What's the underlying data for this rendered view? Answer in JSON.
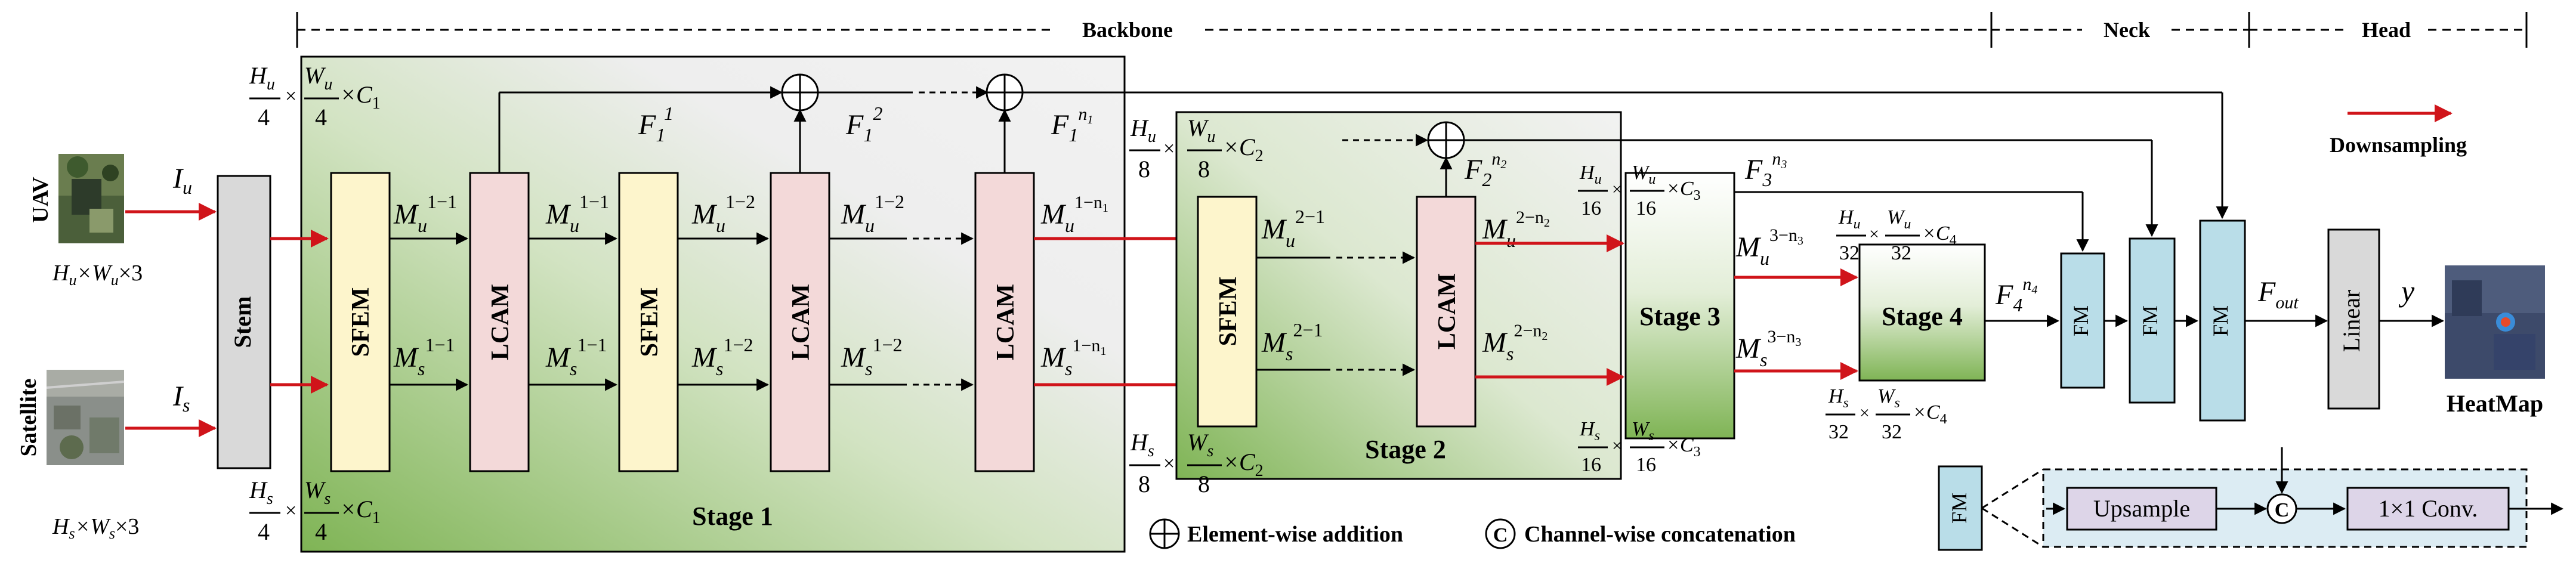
{
  "sections": {
    "backbone": "Backbone",
    "neck": "Neck",
    "head": "Head"
  },
  "inputs": {
    "uav_label": "UAV",
    "uav_var": "I",
    "uav_sub": "u",
    "uav_dims": "H_u×W_u×3",
    "satellite_label": "Satellite",
    "sat_var": "I",
    "sat_sub": "s",
    "sat_dims": "H_s×W_s×3"
  },
  "modules": {
    "stem": "Stem",
    "sfem": "SFEM",
    "lcam": "LCAM",
    "stage1": "Stage 1",
    "stage2": "Stage 2",
    "stage3": "Stage 3",
    "stage4": "Stage 4",
    "fm": "FM",
    "linear": "Linear",
    "upsample": "Upsample",
    "conv": "1×1 Conv.",
    "concat": "C"
  },
  "features": {
    "f1_1": "F₁¹",
    "f1_2": "F₁²",
    "f1_n1": "F₁ⁿ¹",
    "f2_n2": "F₂ⁿ²",
    "f3_n3": "F₃ⁿ³",
    "f4_n4": "F₄ⁿ⁴",
    "f_out": "F_out",
    "y": "y",
    "mu11": "M_u^{1-1}",
    "ms11": "M_s^{1-1}",
    "mu12": "M_u^{1-2}",
    "ms12": "M_s^{1-2}",
    "mu1n1": "M_u^{1-n₁}",
    "ms1n1": "M_s^{1-n₁}",
    "mu21": "M_u^{2-1}",
    "ms21": "M_s^{2-1}",
    "mu2n2": "M_u^{2-n₂}",
    "ms2n2": "M_s^{2-n₂}",
    "mu3n3": "M_u^{3-n₃}",
    "ms3n3": "M_s^{3-n₃}"
  },
  "dims": {
    "s1_u": [
      "H_u",
      "4",
      "W_u",
      "4",
      "C_1"
    ],
    "s1_s": [
      "H_s",
      "4",
      "W_s",
      "4",
      "C_1"
    ],
    "s2_u": [
      "H_u",
      "8",
      "W_u",
      "8",
      "C_2"
    ],
    "s2_s": [
      "H_s",
      "8",
      "W_s",
      "8",
      "C_2"
    ],
    "s3_u": [
      "H_u",
      "16",
      "W_u",
      "16",
      "C_3"
    ],
    "s3_s": [
      "H_s",
      "16",
      "W_s",
      "16",
      "C_3"
    ],
    "s4_u": [
      "H_u",
      "32",
      "W_u",
      "32",
      "C_4"
    ],
    "s4_s": [
      "H_s",
      "32",
      "W_s",
      "32",
      "C_4"
    ]
  },
  "legend": {
    "downsampling": "Downsampling",
    "element_wise": "Element-wise addition",
    "channel_wise": "Channel-wise concatenation",
    "heatmap": "HeatMap"
  },
  "colors": {
    "downsample_arrow": "#d0141a",
    "sfem_fill": "#fdf5cc",
    "lcam_fill": "#f3d9d9",
    "fm_fill": "#b9dde8",
    "stem_fill": "#d9d9d9",
    "stage_green": "#7fb455"
  }
}
